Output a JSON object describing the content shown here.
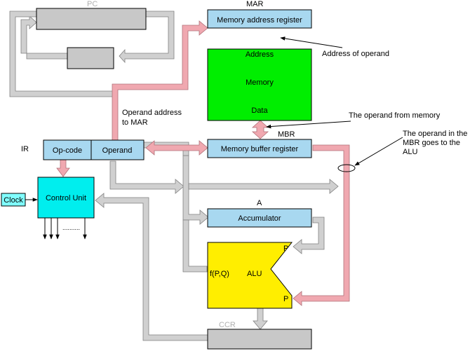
{
  "labels": {
    "pc": "PC",
    "mar_label": "MAR",
    "mar_box": "Memory address register",
    "address": "Address",
    "memory": "Memory",
    "data": "Data",
    "address_of_operand": "Address of operand",
    "operand_from_memory": "The operand from memory",
    "operand_address_line1": "Operand address",
    "operand_address_line2": "to MAR",
    "mbr_label": "MBR",
    "mbr_box": "Memory  buffer  register",
    "operand_in_mbr_line1": "The operand in the",
    "operand_in_mbr_line2": "MBR goes to the",
    "operand_in_mbr_line3": "ALU",
    "ir": "IR",
    "opcode": "Op-code",
    "operand": "Operand",
    "clock": "Clock",
    "control_unit": "Control  Unit",
    "dots": "..........",
    "a_label": "A",
    "accumulator": "Accumulator",
    "p_top": "P",
    "p_bottom": "P",
    "fpq": "f(P,Q)",
    "alu": "ALU",
    "ccr": "CCR"
  },
  "colors": {
    "register_fill": "#a8d8f0",
    "memory_fill": "#00ee00",
    "control_unit_fill": "#00eeee",
    "clock_fill": "#80ffff",
    "alu_fill": "#ffee00",
    "gray_box_fill": "#c8c8c8",
    "gray_bus": "#d0d0d0",
    "pink_bus": "#f0a8b0"
  }
}
